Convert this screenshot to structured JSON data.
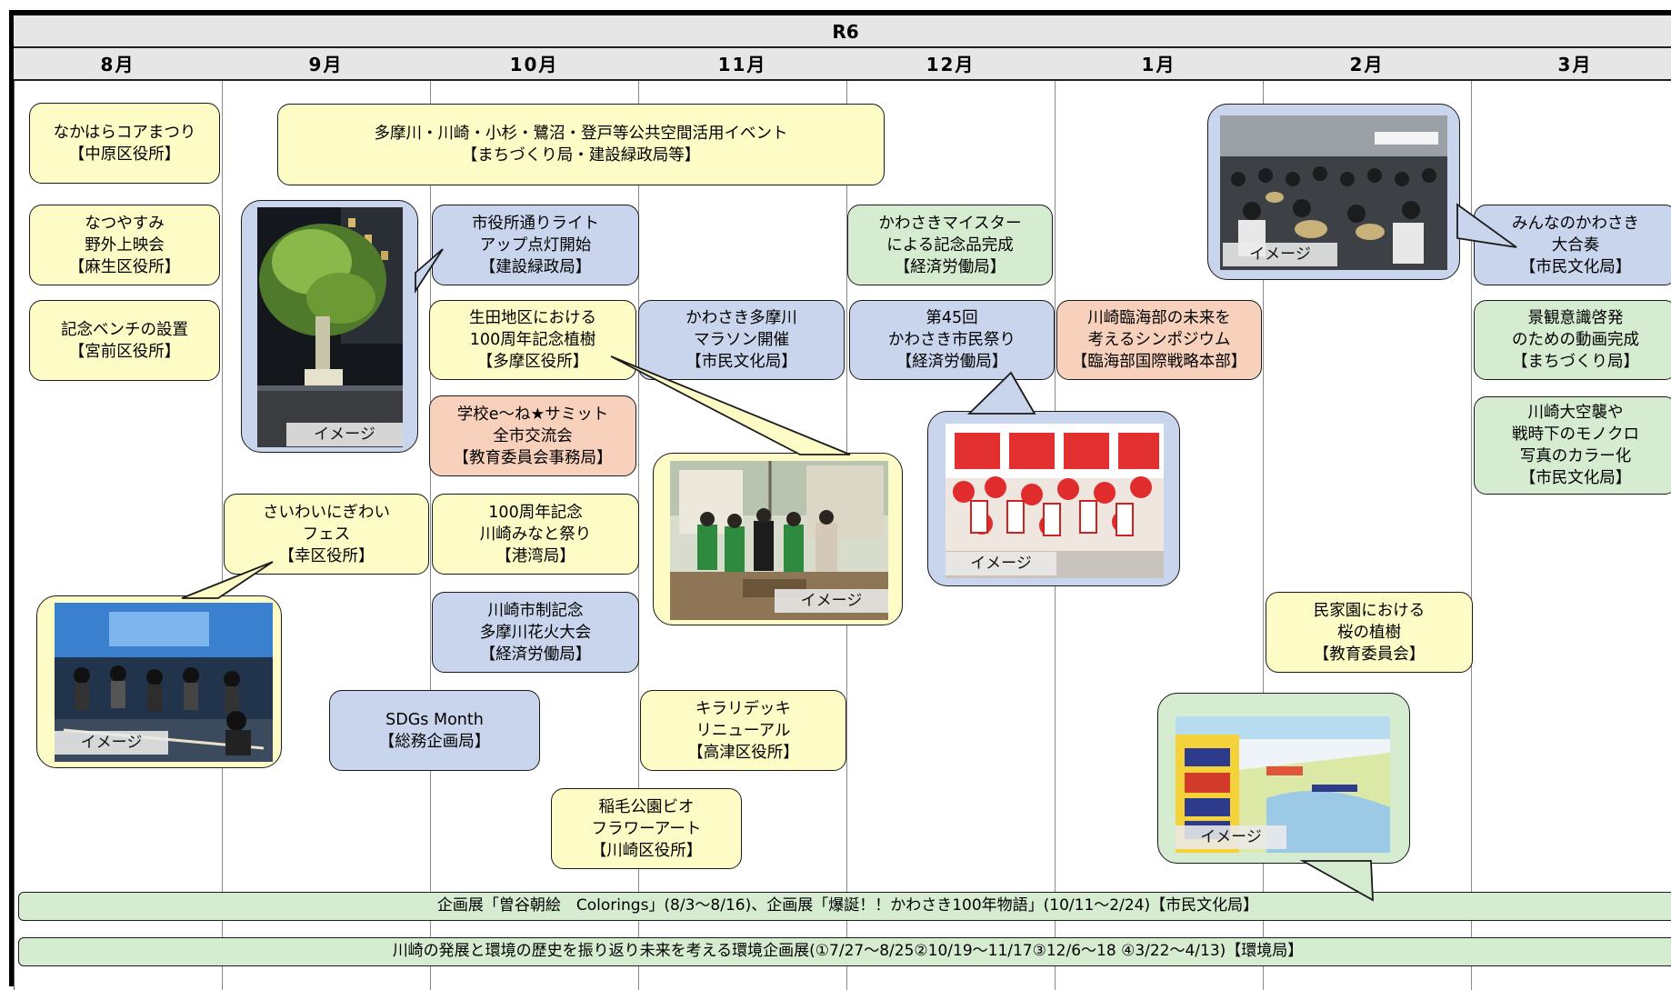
{
  "header": {
    "year": "R6"
  },
  "months": [
    "8月",
    "9月",
    "10月",
    "11月",
    "12月",
    "1月",
    "2月",
    "3月"
  ],
  "events": {
    "nakahara": [
      "なかはらコアまつり",
      "【中原区役所】"
    ],
    "koukyou": [
      "多摩川・川崎・小杉・鷺沼・登戸等公共空間活用イベント",
      "【まちづくり局・建設緑政局等】"
    ],
    "natsuyasumi": [
      "なつやすみ",
      "野外上映会",
      "【麻生区役所】"
    ],
    "kinen_bench": [
      "記念ベンチの設置",
      "【宮前区役所】"
    ],
    "shiyakusho_light": [
      "市役所通りライト",
      "アップ点灯開始",
      "【建設緑政局】"
    ],
    "maister": [
      "かわさきマイスター",
      "による記念品完成",
      "【経済労働局】"
    ],
    "daigassou": [
      "みんなのかわさき",
      "大合奏",
      "【市民文化局】"
    ],
    "ikuta": [
      "生田地区における",
      "100周年記念植樹",
      "【多摩区役所】"
    ],
    "marathon": [
      "かわさき多摩川",
      "マラソン開催",
      "【市民文化局】"
    ],
    "shimin_matsuri": [
      "第45回",
      "かわさき市民祭り",
      "【経済労働局】"
    ],
    "rinkai": [
      "川崎臨海部の未来を",
      "考えるシンポジウム",
      "【臨海部国際戦略本部】"
    ],
    "keikan": [
      "景観意識啓発",
      "のための動画完成",
      "【まちづくり局】"
    ],
    "e_summit": [
      "学校e～ね★サミット",
      "全市交流会",
      "【教育委員会事務局】"
    ],
    "kuushuu": [
      "川崎大空襲や",
      "戦時下のモノクロ",
      "写真のカラー化",
      "【市民文化局】"
    ],
    "saiwai": [
      "さいわいにぎわい",
      "フェス",
      "【幸区役所】"
    ],
    "minato": [
      "100周年記念",
      "川崎みなと祭り",
      "【港湾局】"
    ],
    "hanabi": [
      "川崎市制記念",
      "多摩川花火大会",
      "【経済労働局】"
    ],
    "minkaen": [
      "民家園における",
      "桜の植樹",
      "【教育委員会】"
    ],
    "sdgs": [
      "SDGs Month",
      "【総務企画局】"
    ],
    "kirari": [
      "キラリデッキ",
      "リニューアル",
      "【高津区役所】"
    ],
    "inage": [
      "稲毛公園ビオ",
      "フラワーアート",
      "【川崎区役所】"
    ]
  },
  "bars": {
    "kikakuten": "企画展「曽谷朝絵　Colorings」(8/3～8/16)、企画展「爆誕！！かわさき100年物語」(10/11～2/24)【市民文化局】",
    "kankyou": "川崎の発展と環境の歴史を振り返り未来を考える環境企画展(①7/27～8/25②10/19～11/17③12/6～18 ④3/22～4/13)【環境局】"
  },
  "image_label": "イメージ",
  "colors": {
    "yellow": "#fdfbc6",
    "blue": "#c9d5ed",
    "green": "#d5ecd0",
    "salmon": "#f8d1bd",
    "header_gray": "#e6e6e6"
  }
}
